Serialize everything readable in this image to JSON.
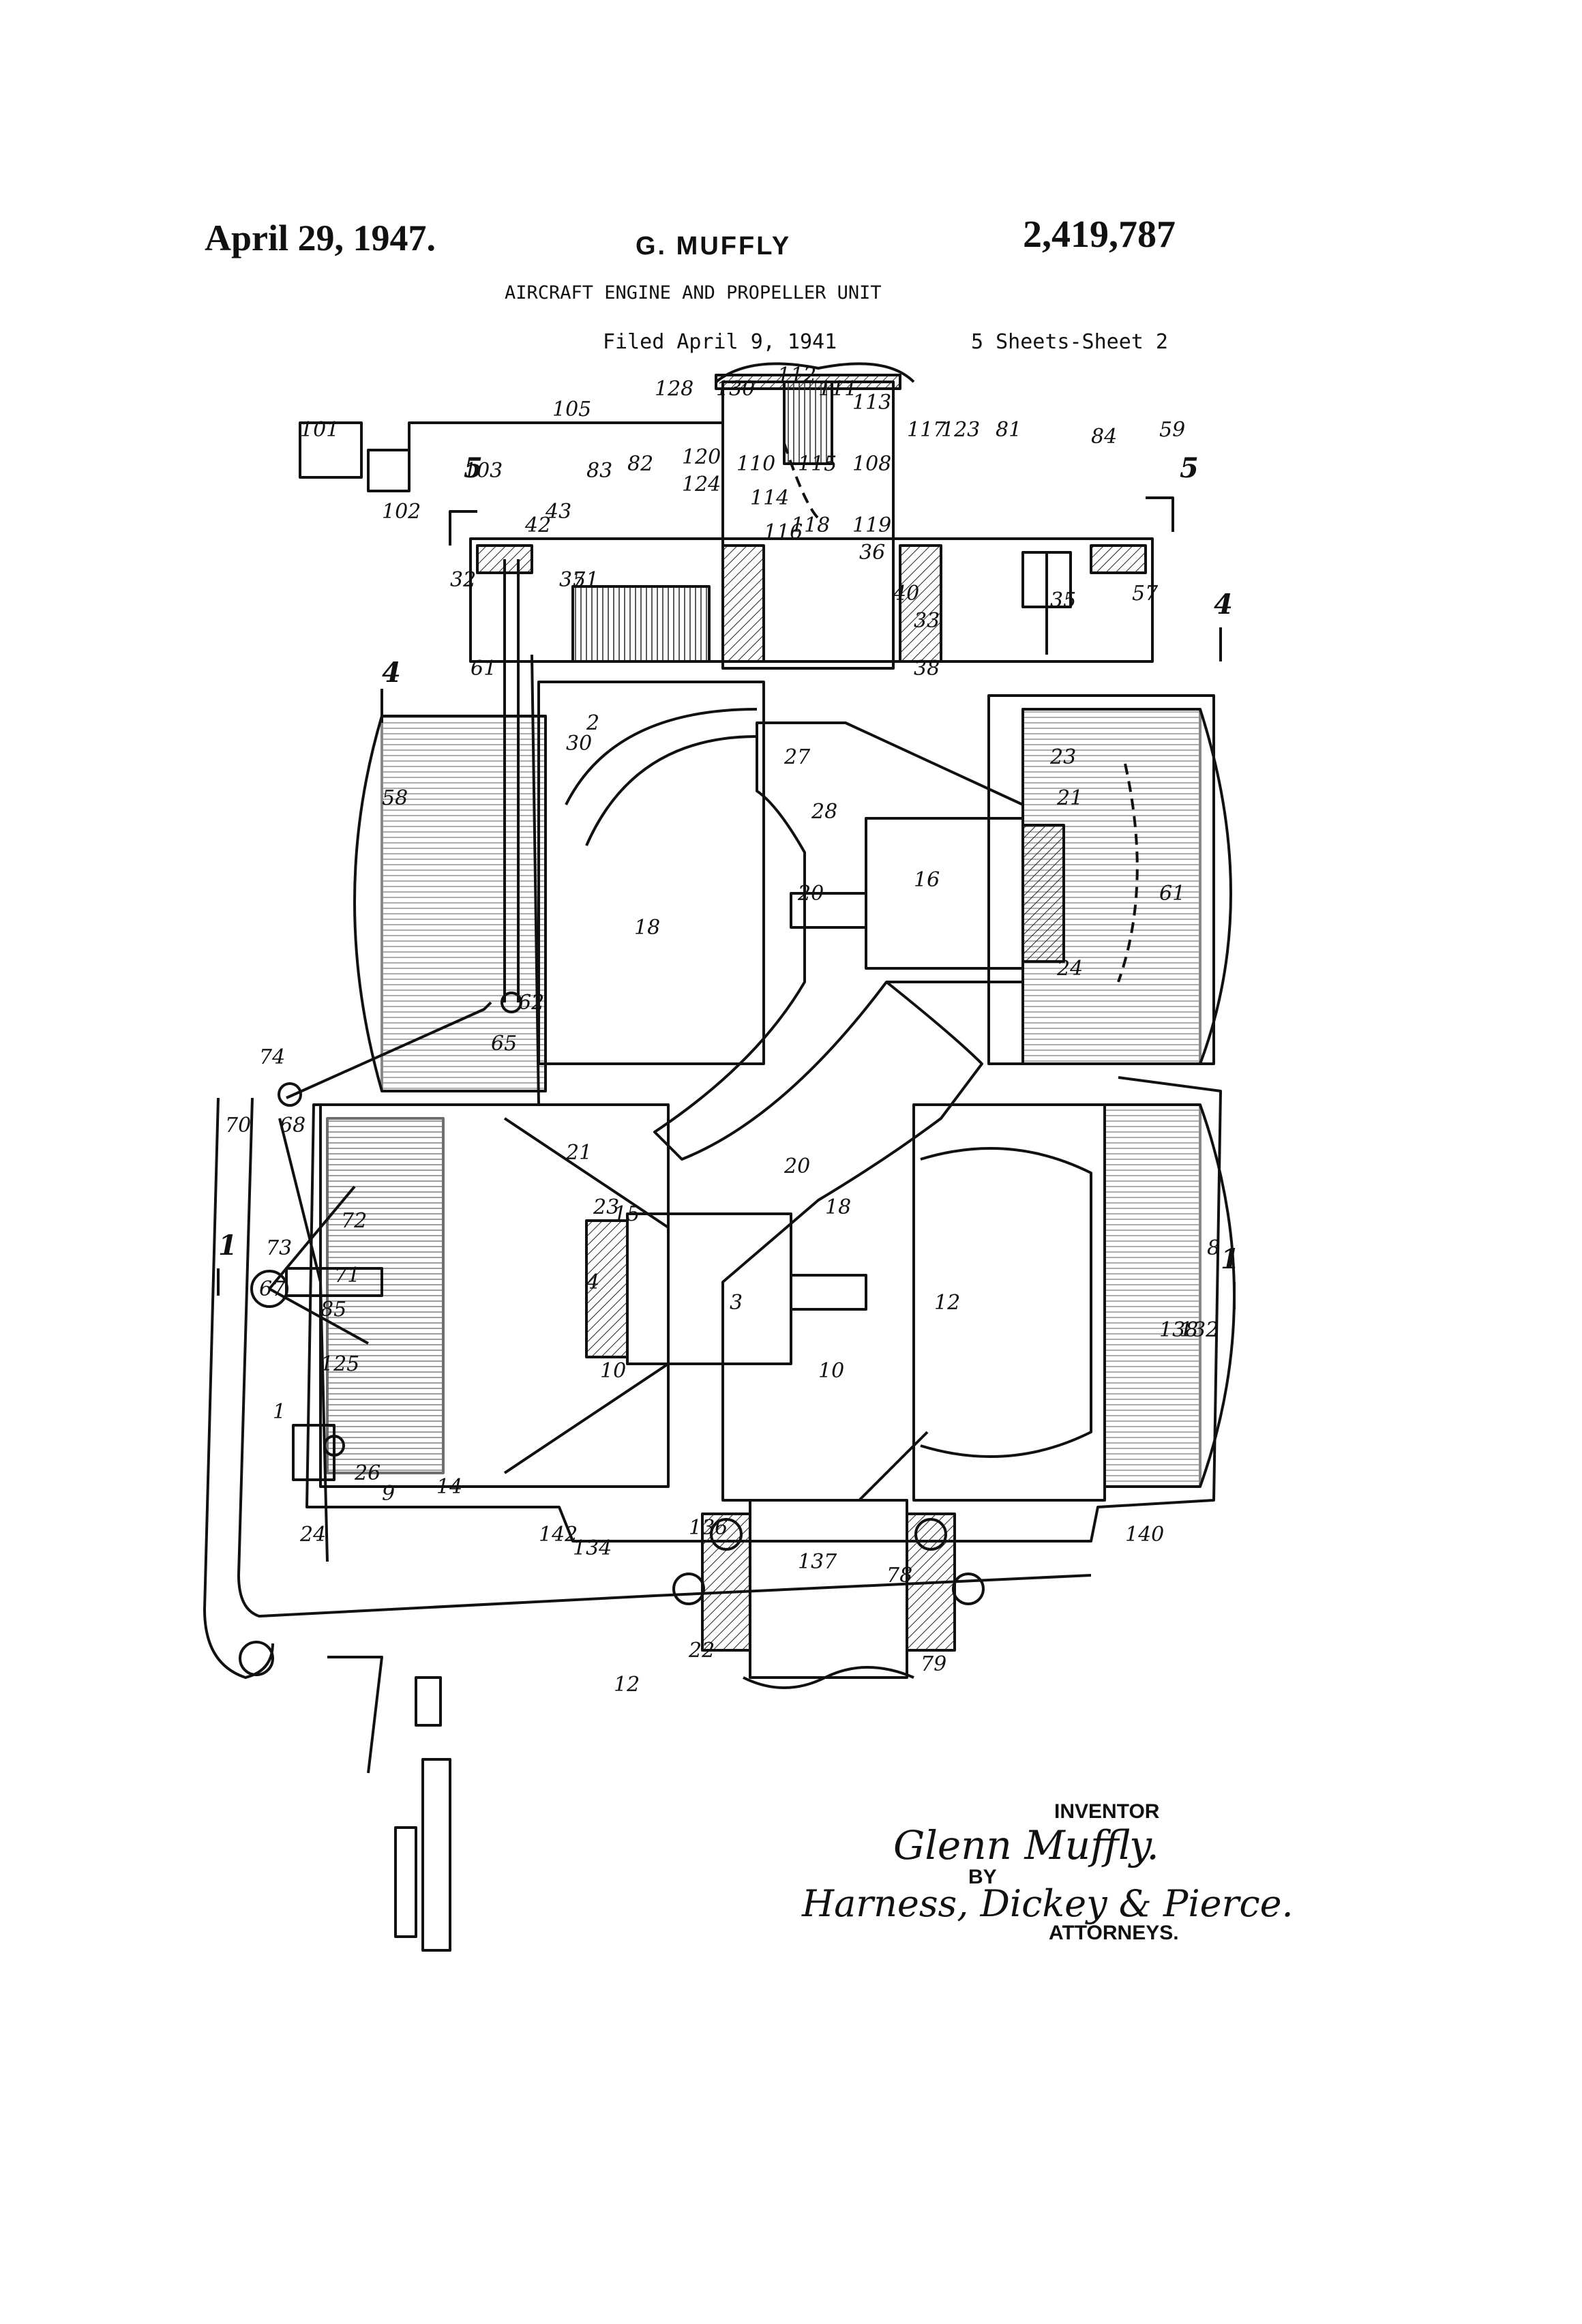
{
  "header": {
    "date": "April 29, 1947.",
    "inventor": "G. MUFFLY",
    "patent_number": "2,419,787",
    "title": "AIRCRAFT ENGINE AND PROPELLER UNIT",
    "filed": "Filed April 9, 1941",
    "sheets": "5 Sheets-Sheet 2"
  },
  "signature_block": {
    "inventor_label": "INVENTOR",
    "inventor_signature": "Glenn Muffly.",
    "by_label": "BY",
    "attorney_signature": "Harness, Dickey & Pierce.",
    "attorneys_label": "ATTORNEYS."
  },
  "figure": {
    "ref_numerals": [
      "101",
      "102",
      "103",
      "105",
      "128",
      "130",
      "112",
      "111",
      "113",
      "117",
      "123",
      "81",
      "84",
      "59",
      "120",
      "110",
      "124",
      "115",
      "108",
      "114",
      "116",
      "118",
      "119",
      "82",
      "83",
      "43",
      "42",
      "32",
      "51",
      "37",
      "36",
      "40",
      "33",
      "38",
      "35",
      "57",
      "61",
      "58",
      "2",
      "30",
      "27",
      "28",
      "23",
      "21",
      "20",
      "16",
      "18",
      "24",
      "61",
      "62",
      "65",
      "74",
      "70",
      "68",
      "73",
      "67",
      "72",
      "71",
      "85",
      "125",
      "1",
      "26",
      "9",
      "14",
      "24",
      "21",
      "20",
      "23",
      "15",
      "18",
      "4",
      "12",
      "10",
      "3",
      "10",
      "8",
      "132",
      "138",
      "140",
      "142",
      "134",
      "136",
      "137",
      "78",
      "79",
      "22",
      "12"
    ],
    "section_marks": [
      "5",
      "5",
      "4",
      "4",
      "1",
      "1"
    ]
  }
}
